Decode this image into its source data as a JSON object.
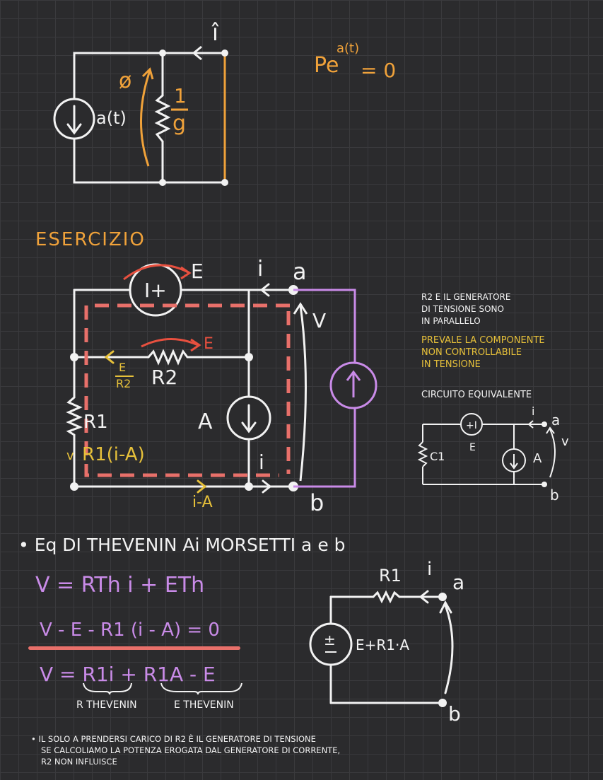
{
  "top": {
    "current_label": "î",
    "source_label": "a(t)",
    "phi_label": "ø",
    "resistor_label_num": "1",
    "resistor_label_den": "g",
    "power_label": "Pe",
    "power_superscript": "a(t)",
    "power_equals": "= 0"
  },
  "exercise": {
    "title": "ESERCIZIO",
    "voltage_source_label": "E",
    "current_i_label": "i",
    "node_a_label": "a",
    "node_b_label": "b",
    "voltage_v_label": "V",
    "resistor_e_label": "E",
    "fraction_num": "E",
    "fraction_den": "R2",
    "r2_label": "R2",
    "r1_label": "R1",
    "current_source_label": "A",
    "r1_voltage_label": "R1(i-A)",
    "bottom_i_label": "i",
    "i_minus_a_label": "i-A",
    "note_parallel": [
      "R2 E IL GENERATORE",
      "DI TENSIONE SONO",
      "IN PARALLELO"
    ],
    "note_prevale": [
      "PREVALE LA COMPONENTE",
      "NON CONTROLLABILE",
      "IN TENSIONE"
    ],
    "equivalent_title": "CIRCUITO EQUIVALENTE",
    "eq_c1_label": "C1",
    "eq_e_label": "E",
    "eq_a_label": "A",
    "eq_i_label": "i",
    "eq_a_node": "a",
    "eq_b_node": "b",
    "eq_v_label": "v"
  },
  "thevenin": {
    "heading": "• Eq  DI  THEVENIN  Ai  MORSETTI  a e b",
    "eq1": "V = RTh i + ETh",
    "eq2": "V - E - R1 (i - A) = 0",
    "eq3": "V = R1i + R1A - E",
    "label_r": "R THEVENIN",
    "label_e": "E THEVENIN",
    "circuit_r1": "R1",
    "circuit_i": "i",
    "circuit_a": "a",
    "circuit_b": "b",
    "circuit_source": "E+R1·A"
  },
  "footnote": [
    "• IL  SOLO  A  PRENDERSI  CARICO  DI  R2  È  IL  GENERATORE  DI  TENSIONE",
    "SE  CALCOLIAMO  LA  POTENZA  EROGATA  DAL  GENERATORE  DI  CORRENTE,",
    "R2  NON  INFLUISCE"
  ],
  "colors": {
    "wire": "#f2f2f2",
    "orange": "#f0a23a",
    "purple": "#c98be8",
    "red": "#e8706a",
    "yellow": "#e7c13a"
  }
}
